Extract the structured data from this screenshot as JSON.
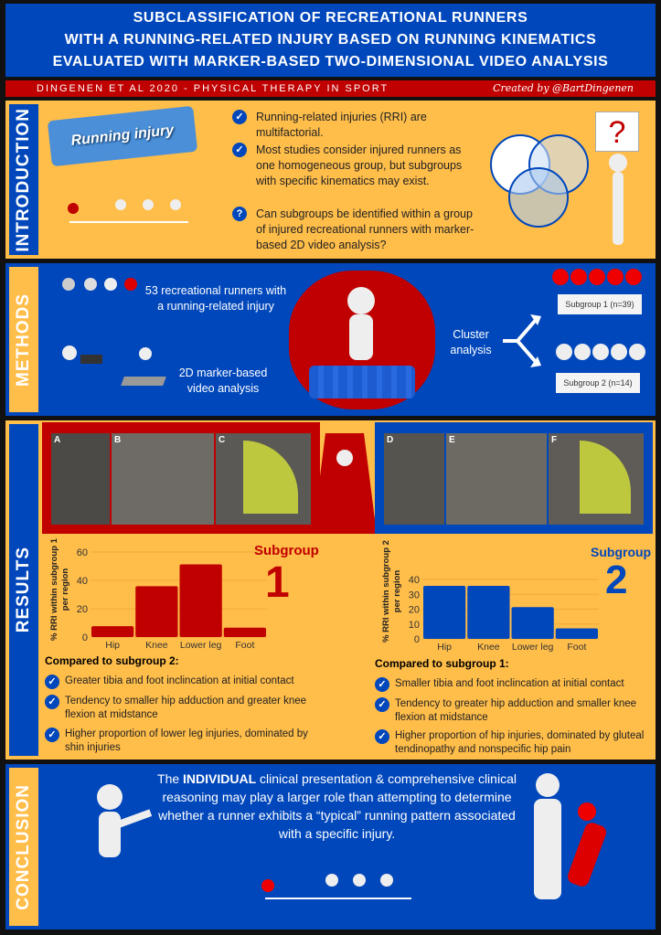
{
  "title": {
    "line1": "SUBCLASSIFICATION OF RECREATIONAL RUNNERS",
    "line2": "WITH A RUNNING-RELATED INJURY BASED ON RUNNING KINEMATICS",
    "line3": "EVALUATED WITH MARKER-BASED TWO-DIMENSIONAL VIDEO ANALYSIS"
  },
  "citation": "DINGENEN ET AL 2020 - PHYSICAL THERAPY IN SPORT",
  "credit": "Created by @BartDingenen",
  "intro": {
    "label": "INTRODUCTION",
    "puzzle": "Running injury",
    "p1": "Running-related injuries (RRI) are multifactorial.",
    "p2": "Most studies consider injured runners as one homogeneous group, but subgroups with specific kinematics may exist.",
    "p3": "Can subgroups be identified within a group of injured recreational runners with marker-based 2D video analysis?",
    "sign": "?"
  },
  "methods": {
    "label": "METHODS",
    "m1": "53 recreational runners with a running-related injury",
    "m2": "2D marker-based video analysis",
    "m3": "Cluster analysis",
    "g1": "Subgroup 1 (n=39)",
    "g2": "Subgroup 2 (n=14)"
  },
  "results": {
    "label": "RESULTS",
    "panels": [
      "A",
      "B",
      "C",
      "D",
      "E",
      "F"
    ],
    "s1": {
      "title": "Subgroup",
      "num": "1",
      "heading": "Compared to subgroup 2:",
      "bullets": [
        "Greater tibia and foot inclincation at initial contact",
        "Tendency to smaller hip adduction and greater knee flexion at midstance",
        "Higher proportion of lower leg injuries, dominated by shin injuries"
      ]
    },
    "s2": {
      "title": "Subgroup",
      "num": "2",
      "heading": "Compared to subgroup 1:",
      "bullets": [
        "Smaller tibia and foot inclincation at initial contact",
        "Tendency to greater hip adduction and smaller knee flexion at midstance",
        "Higher proportion of hip injuries, dominated by gluteal tendinopathy and nonspecific hip pain"
      ]
    }
  },
  "chart_data": [
    {
      "type": "bar",
      "categories": [
        "Hip",
        "Knee",
        "Lower leg",
        "Foot"
      ],
      "values": [
        7.7,
        35.9,
        51.3,
        6.6
      ],
      "ylabel": "% RRI within subgroup 1 per region",
      "yticks": [
        "0",
        "20",
        "40",
        "60"
      ],
      "ylim": [
        0,
        60
      ],
      "color": "#c00000"
    },
    {
      "type": "bar",
      "categories": [
        "Hip",
        "Knee",
        "Lower leg",
        "Foot"
      ],
      "values": [
        35.7,
        35.7,
        21.4,
        7.1
      ],
      "ylabel": "% RRI within subgroup 2 per region",
      "yticks": [
        "0",
        "10",
        "20",
        "30",
        "40"
      ],
      "ylim": [
        0,
        40
      ],
      "color": "#0047bb"
    }
  ],
  "conclusion": {
    "label": "CONCLUSION",
    "pre": "The ",
    "bold": "INDIVIDUAL",
    "post": " clinical presentation & comprehensive clinical reasoning may play a larger role than attempting to determine whether a runner exhibits a “typical” running pattern associated with a specific injury."
  }
}
